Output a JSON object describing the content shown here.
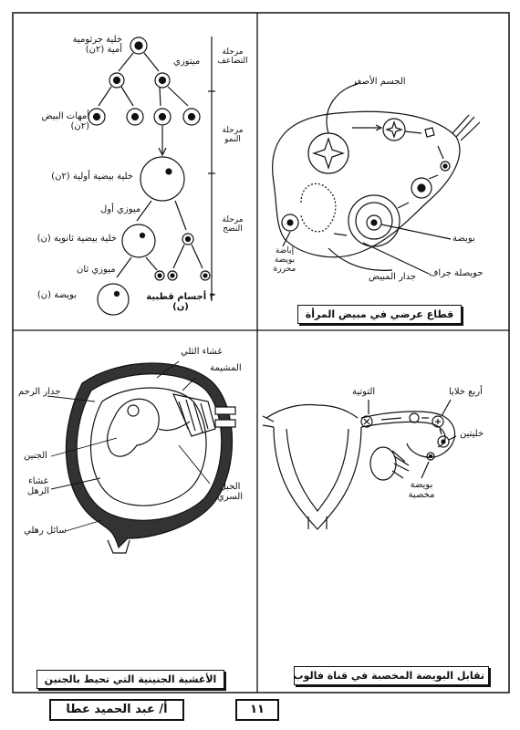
{
  "panels": {
    "spermatogenesis": {
      "labels": {
        "primary_germ_cell": "خلية جرثومية أمية (٢ن)",
        "stage_multiplication": "مرحلة التضاعف",
        "stage_growth": "مرحلة النمو",
        "stage_maturation": "مرحلة النضج",
        "mitosis": "ميتوزي",
        "oogonia": "أمهات البيض (٢ن)",
        "primary_oocyte": "خلية بيضية أولية (٢ن)",
        "meiosis_one": "ميوزي أول",
        "secondary_oocyte": "خلية بيضية ثانوية (ن)",
        "meiosis_two": "ميوزي ثان",
        "ovum": "بويضة (ن)",
        "polar_bodies": "٣ أجسام قطبية (ن)"
      }
    },
    "ovary": {
      "caption": "قطاع عرضي في مبيض المرأة",
      "labels": {
        "corpus_luteum": "الجسم الأصفر",
        "ovum": "بويضة",
        "graafian_follicle": "حويصلة جراف",
        "ovary_wall": "جدار المبيض",
        "released_ovum": "إباضة بويضة محررة"
      }
    },
    "embryo": {
      "caption": "الأغشية الجنينية التي تحيط بالجنين",
      "labels": {
        "chorion": "غشاء الثلي",
        "placenta": "المشيمة",
        "uterus_wall": "جدار الرحم",
        "embryo": "الجنين",
        "amnion": "غشاء الرهل",
        "amniotic_fluid": "سائل رهلي",
        "umbilical_cord": "الحبل السري"
      }
    },
    "fallopian": {
      "caption": "تقابل البويضة المخصبة في قناة فالوب",
      "labels": {
        "morula": "التوتية",
        "four_cells": "أربع خلايا",
        "two_cells": "خليتين",
        "fertilized_ovum": "بويضة مخصبة"
      }
    }
  },
  "footer": {
    "author": "أ/ عبد الحميد عطا",
    "page_number": "١١"
  }
}
